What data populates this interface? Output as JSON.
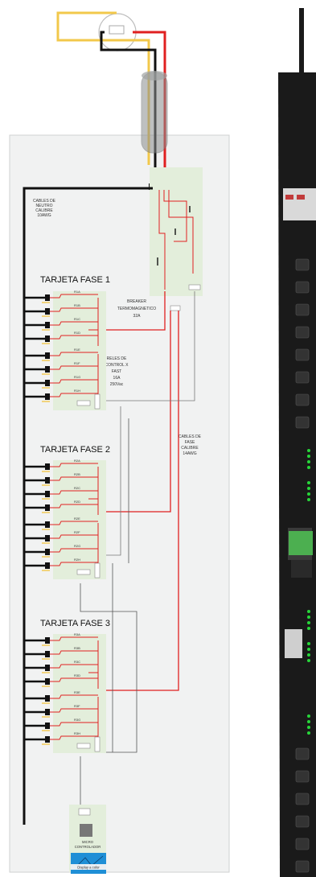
{
  "labels": {
    "neutral_cable": [
      "CABLES DE",
      "NEUTRO",
      "CALIBRE",
      "10AWG"
    ],
    "breaker": [
      "BREAKER",
      "TERMOMAGNETICO",
      "32A"
    ],
    "relays": [
      "RELES DE",
      "CONTROL X",
      "FAST",
      "16A",
      "250Vac"
    ],
    "phase_cables": [
      "CABLES DE",
      "FASE",
      "CALIBRE",
      "14AWG"
    ],
    "microcontroller": [
      "MICRO",
      "CONTROLADOR"
    ],
    "display": "Display a color"
  },
  "cards": [
    {
      "title": "TARJETA FASE 1",
      "relays": [
        "R1A",
        "R1B",
        "R1C",
        "R1D",
        "R1E",
        "R1F",
        "R1G",
        "R1H"
      ]
    },
    {
      "title": "TARJETA FASE 2",
      "relays": [
        "R2A",
        "R2B",
        "R2C",
        "R2D",
        "R2E",
        "R2F",
        "R2G",
        "R2H"
      ]
    },
    {
      "title": "TARJETA FASE 3",
      "relays": [
        "R3A",
        "R3B",
        "R3C",
        "R3D",
        "R3E",
        "R3F",
        "R3G",
        "R3H"
      ]
    }
  ],
  "colors": {
    "neutral": "#111111",
    "phase": "#e02020",
    "ground": "#f2c84b",
    "board": "#e3eedb",
    "panel": "#f1f2f2",
    "display": "#1f8fd6",
    "pdu": "#1a1a1a",
    "led": "#27d63a"
  }
}
